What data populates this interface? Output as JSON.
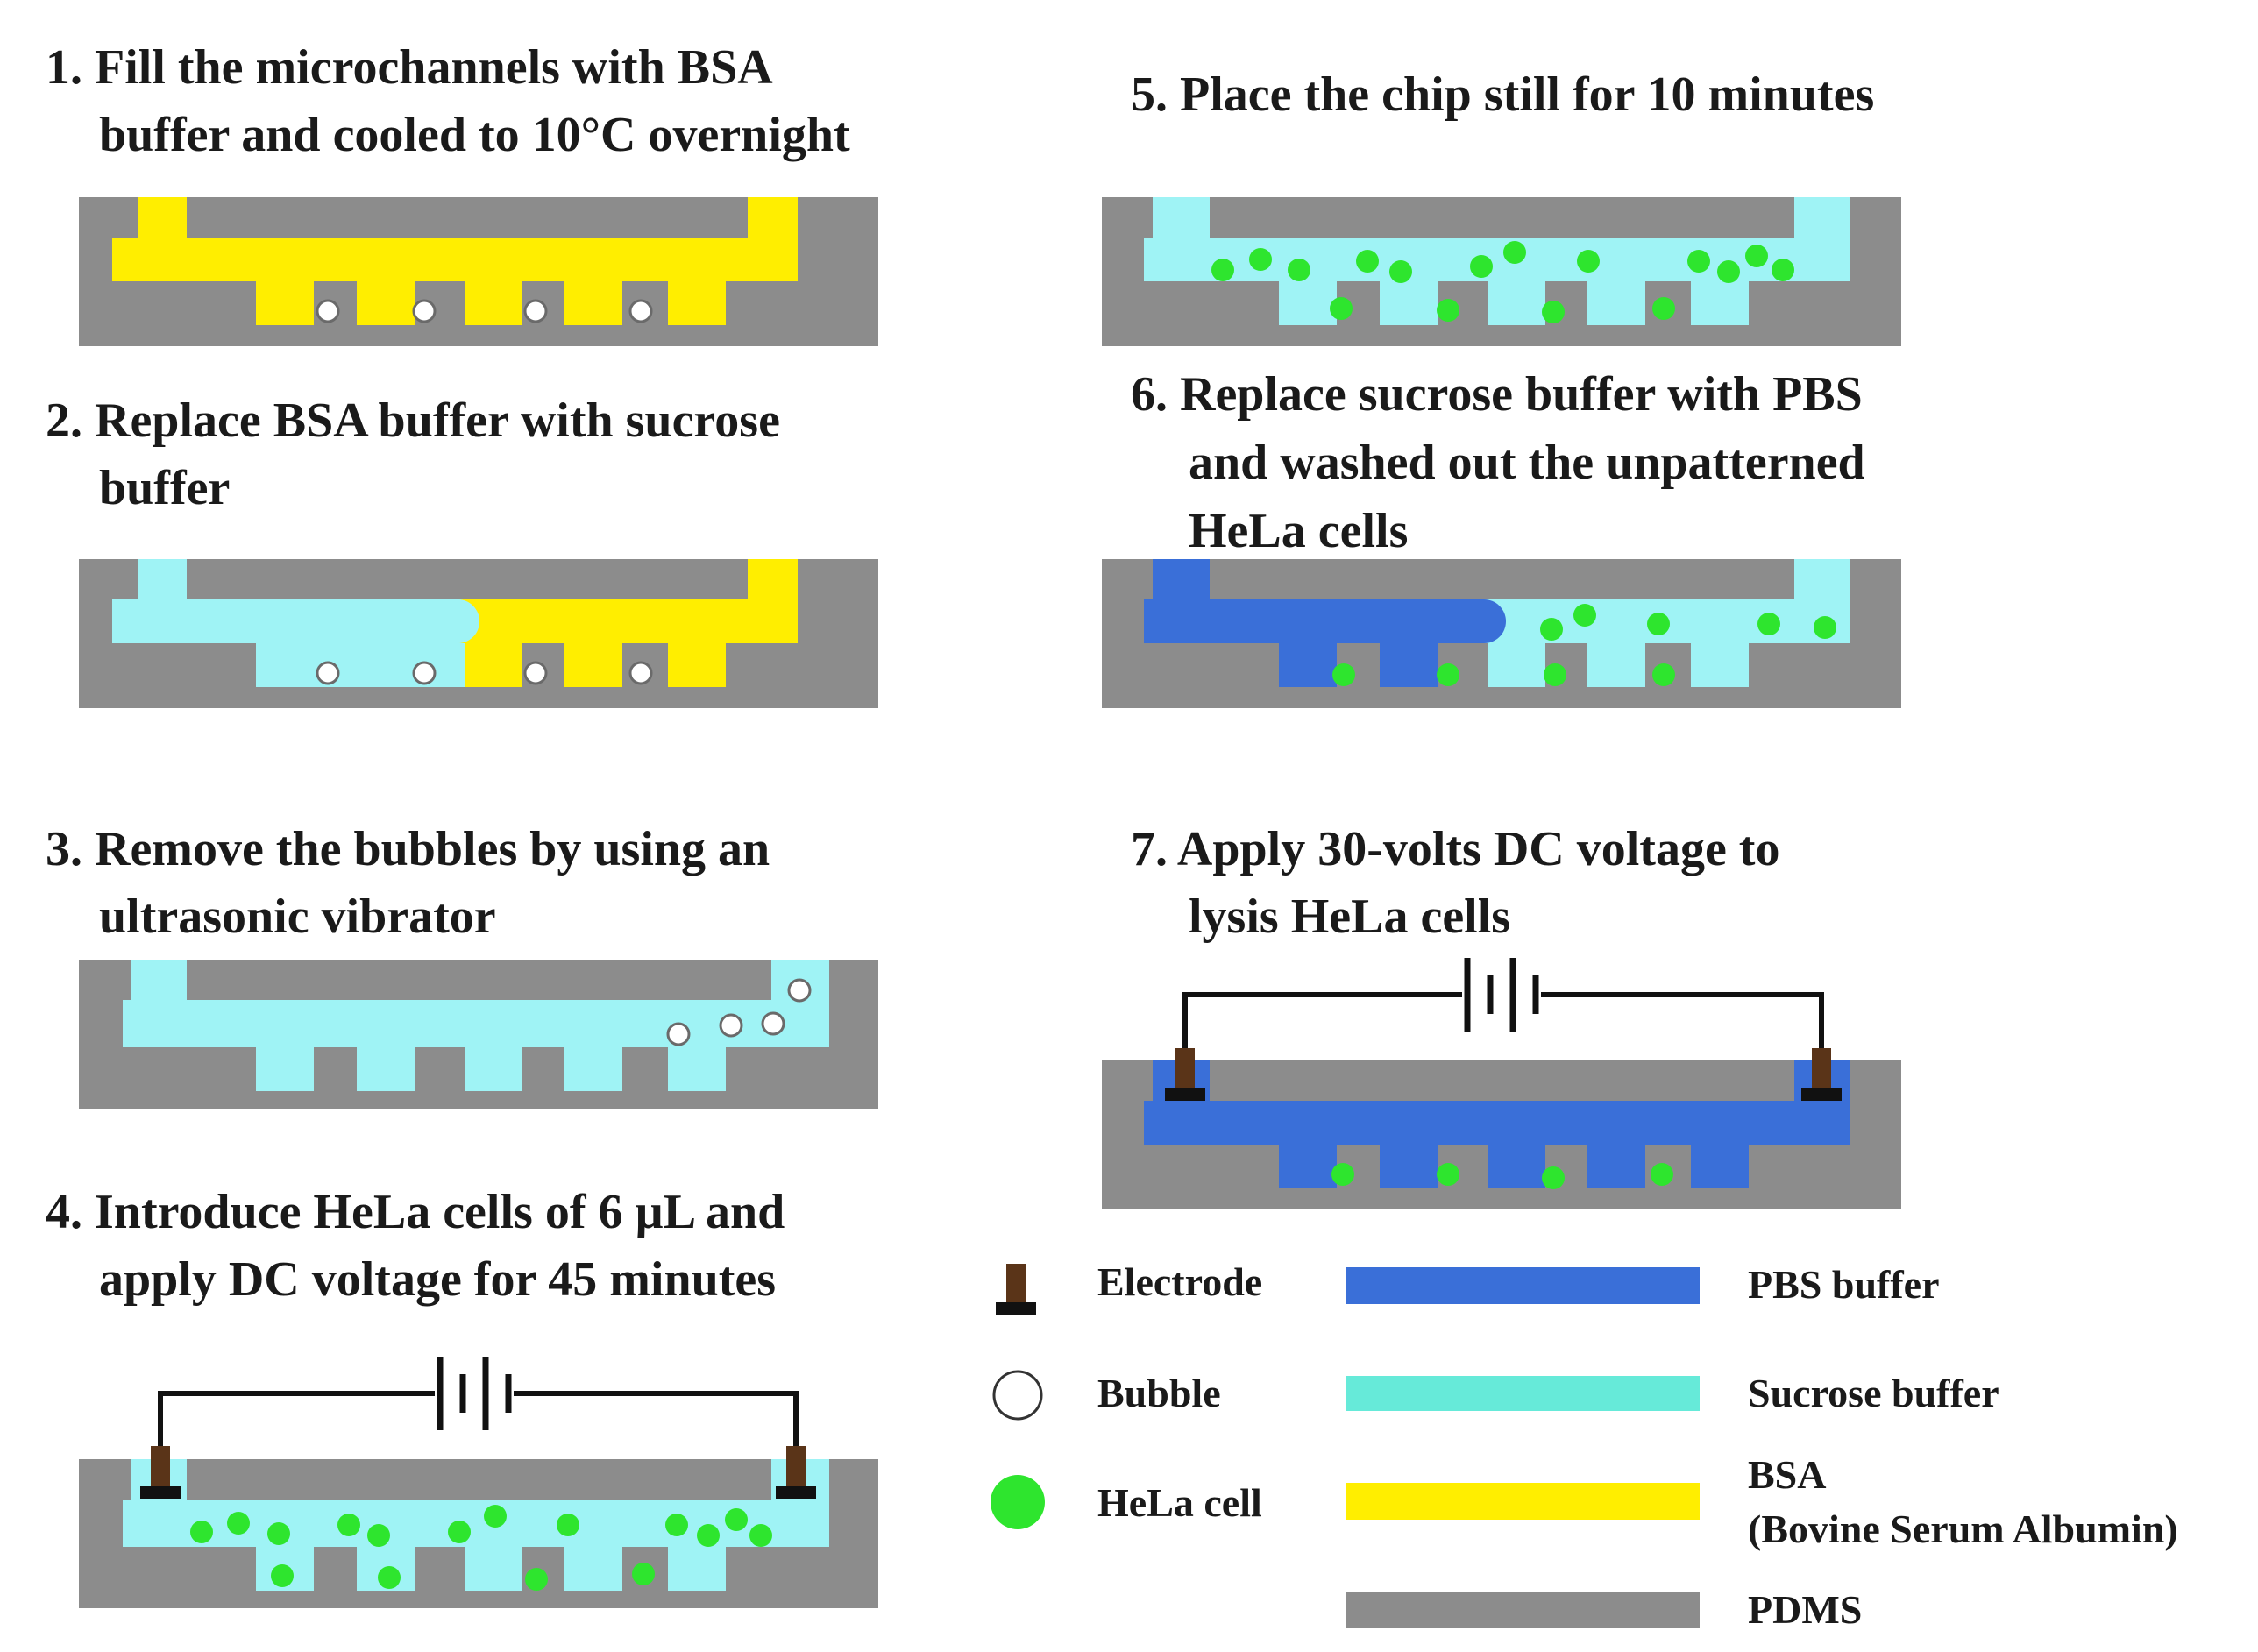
{
  "steps": [
    {
      "lines": [
        "1. Fill the microchannels with BSA",
        "buffer and cooled to 10°C overnight"
      ]
    },
    {
      "lines": [
        "2. Replace BSA buffer with sucrose",
        "buffer"
      ]
    },
    {
      "lines": [
        "3. Remove the bubbles by using an",
        "ultrasonic vibrator"
      ]
    },
    {
      "lines": [
        "4. Introduce HeLa cells of 6 µL and",
        "apply DC voltage for 45 minutes"
      ]
    },
    {
      "lines": [
        "5. Place the chip still for 10 minutes"
      ]
    },
    {
      "lines": [
        "6. Replace sucrose buffer with PBS",
        "and washed out the unpatterned",
        "HeLa cells"
      ]
    },
    {
      "lines": [
        "7. Apply 30-volts DC voltage to",
        "lysis HeLa cells"
      ]
    }
  ],
  "legend": {
    "symbols": [
      {
        "label": "Electrode",
        "icon": "electrode-icon"
      },
      {
        "label": "Bubble",
        "icon": "bubble-icon"
      },
      {
        "label": "HeLa cell",
        "icon": "hela-cell-icon"
      }
    ],
    "materials": [
      {
        "lines": [
          "PBS buffer"
        ],
        "color": "#3a6fd8"
      },
      {
        "lines": [
          "Sucrose buffer"
        ],
        "color": "#66ead9"
      },
      {
        "lines": [
          "BSA",
          "(Bovine Serum Albumin)"
        ],
        "color": "#ffee00"
      },
      {
        "lines": [
          "PDMS"
        ],
        "color": "#8c8c8c"
      }
    ]
  },
  "colors": {
    "pdms": "#8c8c8c",
    "sucrose": "#9ff3f5",
    "bsa": "#ffee00",
    "pbs": "#3a6fd8",
    "cell": "#2ee52e",
    "electrode": "#5a3418",
    "wire": "#111111"
  }
}
